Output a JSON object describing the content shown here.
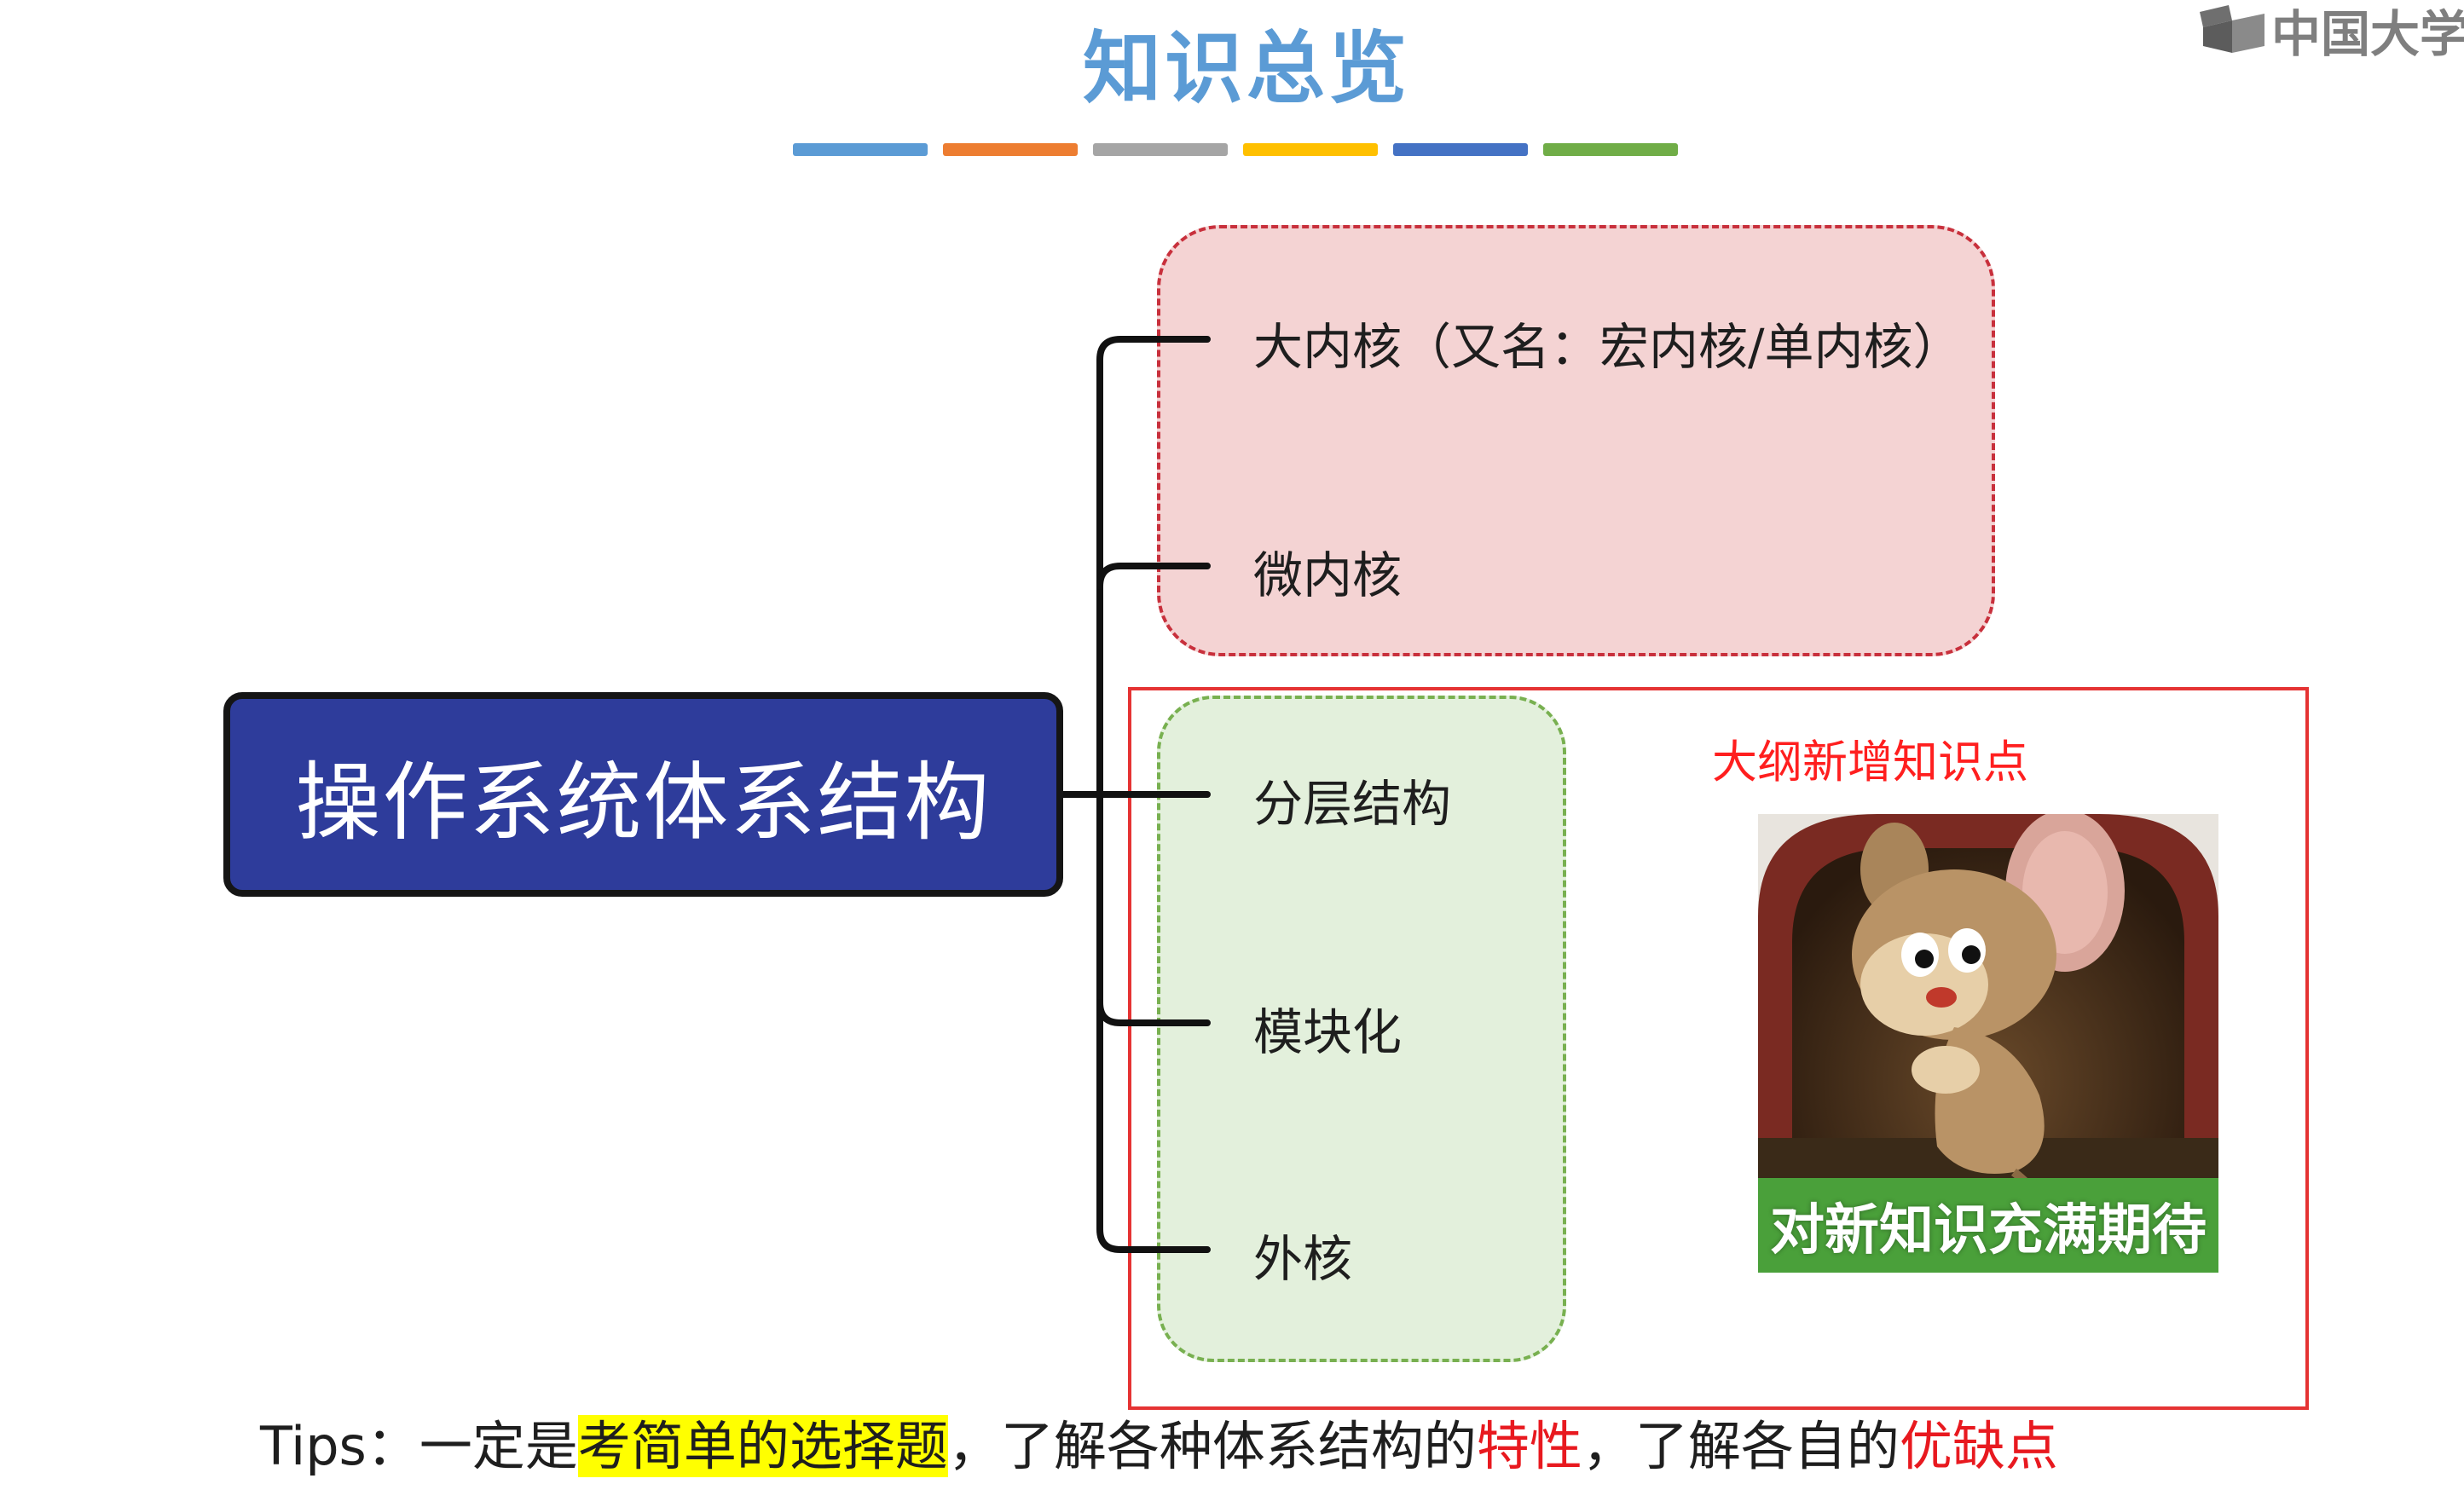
{
  "slide": {
    "title": "知识总览",
    "color_bars": [
      "#5b9bd5",
      "#ed7d31",
      "#a5a5a5",
      "#ffc000",
      "#4472c4",
      "#70ad47"
    ]
  },
  "logo": {
    "text": "中国大学",
    "icon": "book-icon"
  },
  "mindmap": {
    "root": "操作系统体系结构",
    "kernel_group": [
      "大内核（又名：宏内核/单内核）",
      "微内核"
    ],
    "structure_group": [
      "分层结构",
      "模块化",
      "外核"
    ]
  },
  "new_topics": {
    "label": "大纲新增知识点",
    "image_caption": "对新知识充满期待"
  },
  "tips": {
    "prefix": "Tips：一定是",
    "highlight": "考简单的选择题",
    "middle": "，了解各种体系结构的",
    "red1": "特性",
    "middle2": "，了解各自的",
    "red2": "优缺点"
  }
}
